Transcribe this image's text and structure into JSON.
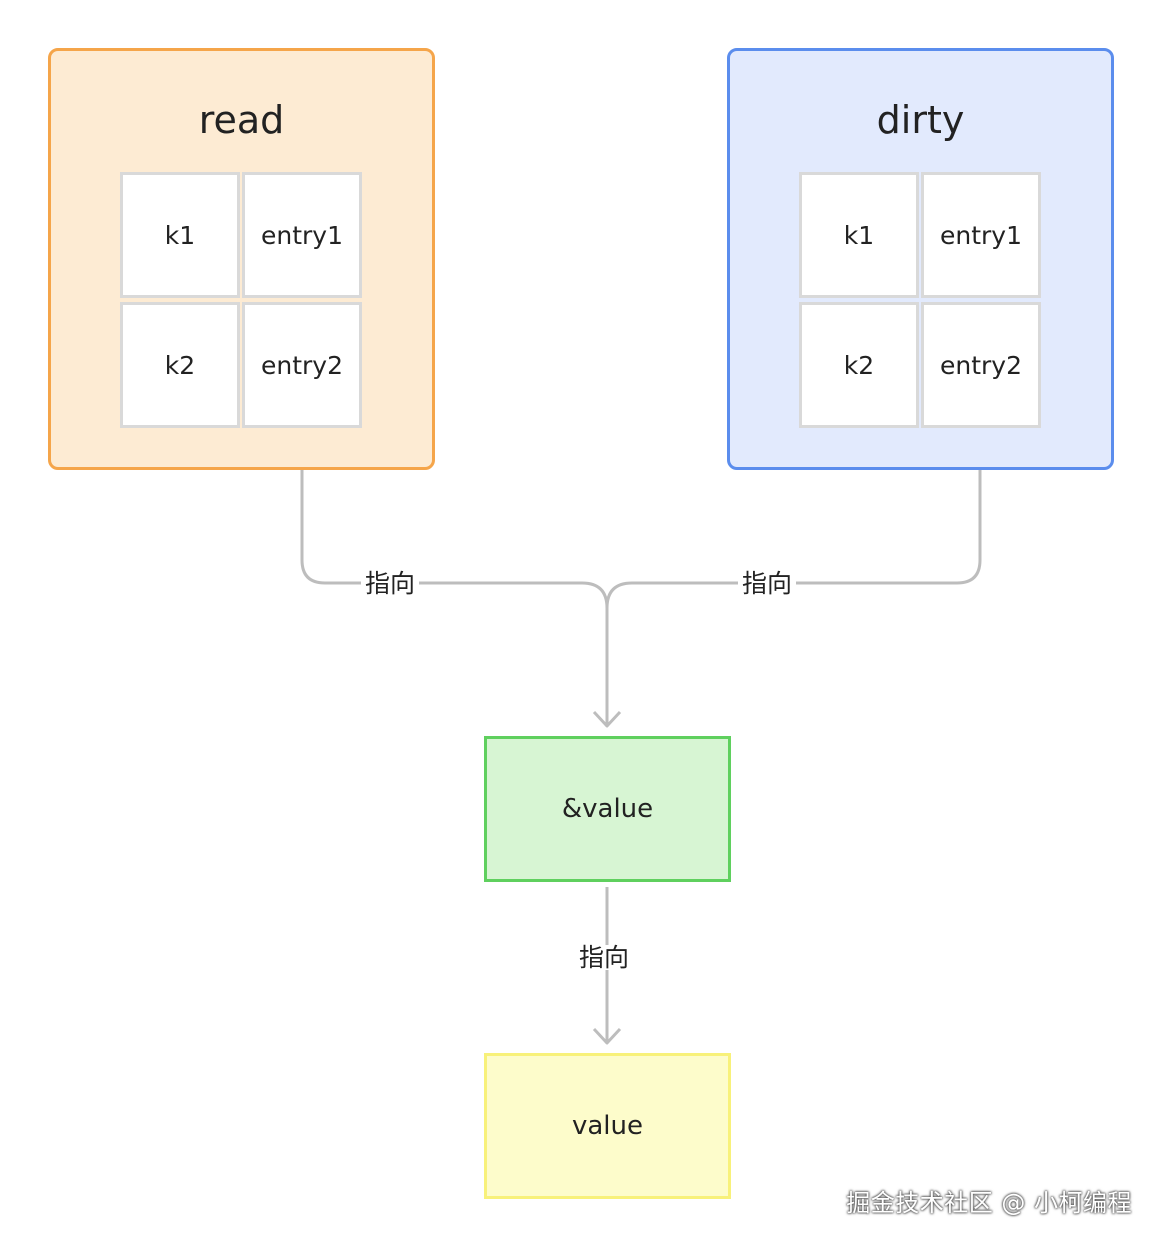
{
  "colors": {
    "read_fill": "#fdebd3",
    "read_border": "#f5a54a",
    "dirty_fill": "#e2eafd",
    "dirty_border": "#5b8ded",
    "ptr_fill": "#d7f5d3",
    "ptr_border": "#5fd05e",
    "value_fill": "#fdfccb",
    "value_border": "#f8f17a",
    "edge": "#bdbdbd",
    "cell_border": "#d9d9d9"
  },
  "read": {
    "title": "read",
    "rows": [
      {
        "key": "k1",
        "entry": "entry1"
      },
      {
        "key": "k2",
        "entry": "entry2"
      }
    ]
  },
  "dirty": {
    "title": "dirty",
    "rows": [
      {
        "key": "k1",
        "entry": "entry1"
      },
      {
        "key": "k2",
        "entry": "entry2"
      }
    ]
  },
  "pointer_node": {
    "label": "&value"
  },
  "value_node": {
    "label": "value"
  },
  "edges": {
    "read_to_pointer": "指向",
    "dirty_to_pointer": "指向",
    "pointer_to_value": "指向"
  },
  "watermark": "掘金技术社区 @ 小柯编程"
}
